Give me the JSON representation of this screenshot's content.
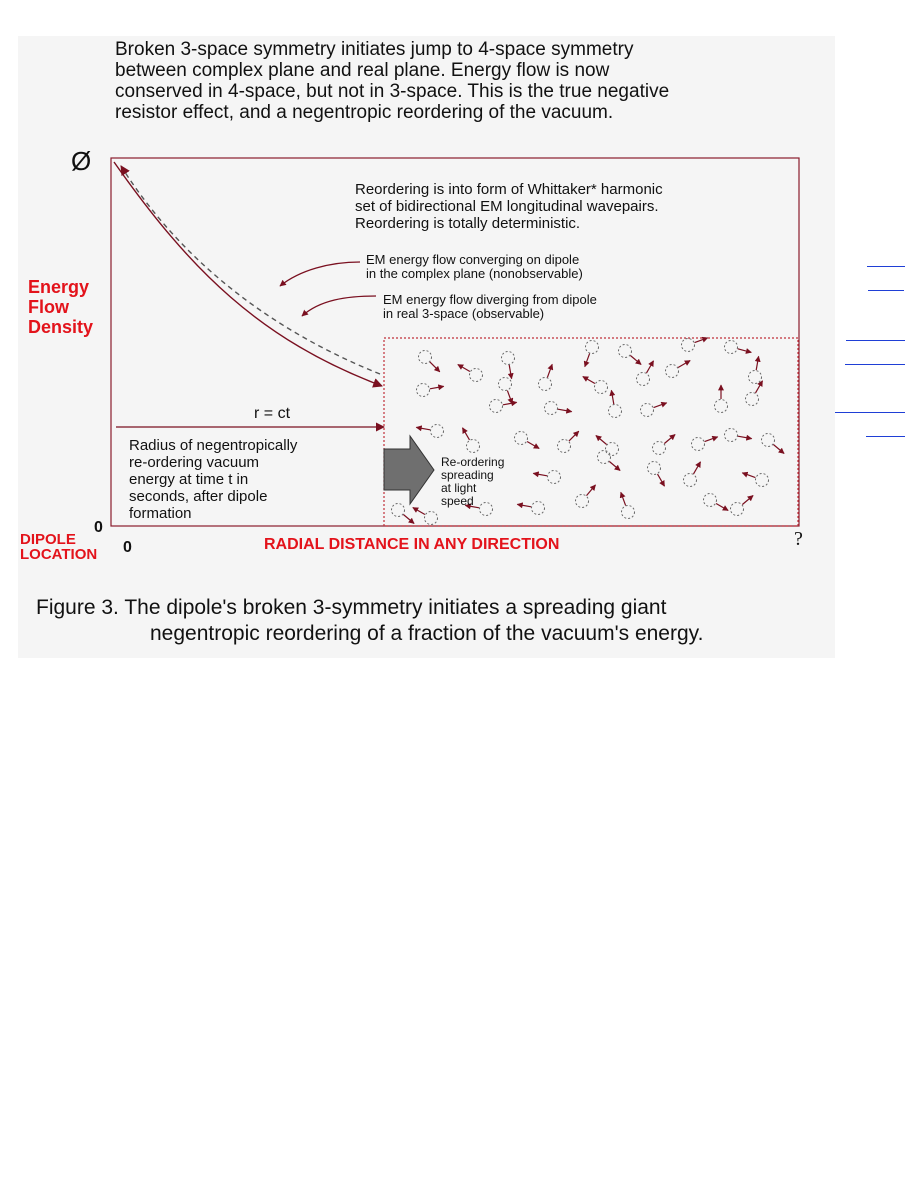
{
  "heading": {
    "lines": [
      "Broken 3-space symmetry initiates jump to 4-space symmetry",
      "between complex plane and real plane.  Energy flow is now",
      "conserved in 4-space, but not in 3-space.  This is the true negative",
      "resistor effect, and a negentropic reordering of the vacuum."
    ]
  },
  "diagram": {
    "y_axis_top": "Ø",
    "y_axis_label": [
      "Energy",
      "Flow",
      "Density"
    ],
    "origin_y": "0",
    "origin_x": "0",
    "dipole_label": [
      "DIPOLE",
      "LOCATION"
    ],
    "x_axis_label": "RADIAL DISTANCE IN ANY DIRECTION",
    "x_axis_end": "?",
    "reordering_note": [
      "Reordering is into form of Whittaker* harmonic",
      "set of bidirectional EM longitudinal wavepairs.",
      "Reordering is totally deterministic."
    ],
    "converging_label": [
      "EM energy flow converging on dipole",
      "in the complex plane (nonobservable)"
    ],
    "diverging_label": [
      "EM energy flow diverging from dipole",
      "in real 3-space (observable)"
    ],
    "radius_formula": "r = ct",
    "radius_text": [
      "Radius of negentropically",
      "re-ordering vacuum",
      "energy at time t in",
      "seconds, after dipole",
      "formation"
    ],
    "spreading_text": [
      "Re-ordering",
      "spreading",
      "at light",
      "speed"
    ]
  },
  "caption": {
    "line1": "Figure 3.  The dipole's broken 3-symmetry initiates a spreading giant",
    "line2": "negentropic reordering of a fraction of the vacuum's energy."
  },
  "colors": {
    "accent_red": "#e3131b",
    "arrow_dark_red": "#7a1020",
    "frame": "#8a1c2c",
    "link_blue": "#1f3fd6",
    "block_arrow": "#6f6f6f"
  }
}
